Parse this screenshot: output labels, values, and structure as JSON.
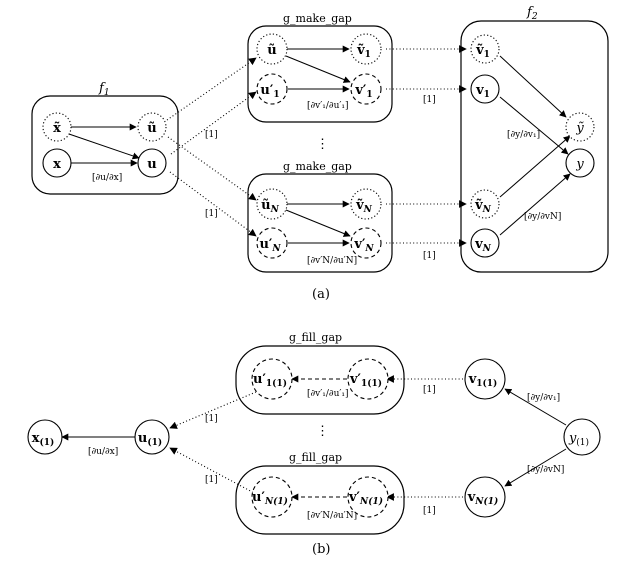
{
  "diagram_a": {
    "caption": "(a)",
    "groups": {
      "f1": "f",
      "f1_sub": "1",
      "f2": "f",
      "f2_sub": "2",
      "gmg1": "g_make_gap",
      "gmgN": "g_make_gap"
    },
    "nodes": {
      "x_tilde": "x̃",
      "u_tilde": "ũ",
      "x": "x",
      "u": "u",
      "gu_tilde_1": "ũ",
      "gv_tilde_1": "ṽ",
      "gv_tilde_1_sub": "1",
      "gu_prime_1": "u′",
      "gu_prime_1_sub": "1",
      "gv_prime_1": "v′",
      "gv_prime_1_sub": "1",
      "gu_tilde_N": "ũ",
      "gu_tilde_N_sub": "N",
      "gv_tilde_N": "ṽ",
      "gv_tilde_N_sub": "N",
      "gu_prime_N": "u′",
      "gu_prime_N_sub": "N",
      "gv_prime_N": "v′",
      "gv_prime_N_sub": "N",
      "f2_v_tilde_1": "ṽ",
      "f2_v_tilde_1_sub": "1",
      "f2_v1": "v",
      "f2_v1_sub": "1",
      "f2_v_tilde_N": "ṽ",
      "f2_v_tilde_N_sub": "N",
      "f2_vN": "v",
      "f2_vN_sub": "N",
      "y_tilde": "ỹ",
      "y": "y"
    },
    "edge_labels": {
      "du_dx": "[∂u/∂x]",
      "dv1_du1": "[∂v′₁/∂u′₁]",
      "dvN_duN": "[∂v′N/∂u′N]",
      "dy_dv1": "[∂y/∂v₁]",
      "dy_dvN": "[∂y/∂vN]",
      "one_a1": "[1]",
      "one_a2": "[1]",
      "one_a3": "[1]",
      "one_a4": "[1]"
    },
    "ellipsis": "⋮"
  },
  "diagram_b": {
    "caption": "(b)",
    "groups": {
      "gfg1": "g_fill_gap",
      "gfgN": "g_fill_gap"
    },
    "nodes": {
      "x1": "x",
      "x1_sub": "(1)",
      "u1": "u",
      "u1_sub": "(1)",
      "u_prime_11": "u′",
      "u_prime_11_sub": "1(1)",
      "v_prime_11": "v′",
      "v_prime_11_sub": "1(1)",
      "u_prime_N1": "u′",
      "u_prime_N1_sub": "N(1)",
      "v_prime_N1": "v′",
      "v_prime_N1_sub": "N(1)",
      "v11": "v",
      "v11_sub": "1(1)",
      "vN1": "v",
      "vN1_sub": "N(1)",
      "y1": "y",
      "y1_sub": "(1)"
    },
    "edge_labels": {
      "du_dx": "[∂u/∂x]",
      "dv1_du1": "[∂v′₁/∂u′₁]",
      "dvN_duN": "[∂v′N/∂u′N]",
      "dy_dv1": "[∂y/∂v₁]",
      "dy_dvN": "[∂y/∂vN]",
      "one_b1": "[1]",
      "one_b2": "[1]",
      "one_b3": "[1]",
      "one_b4": "[1]"
    },
    "ellipsis": "⋮"
  }
}
